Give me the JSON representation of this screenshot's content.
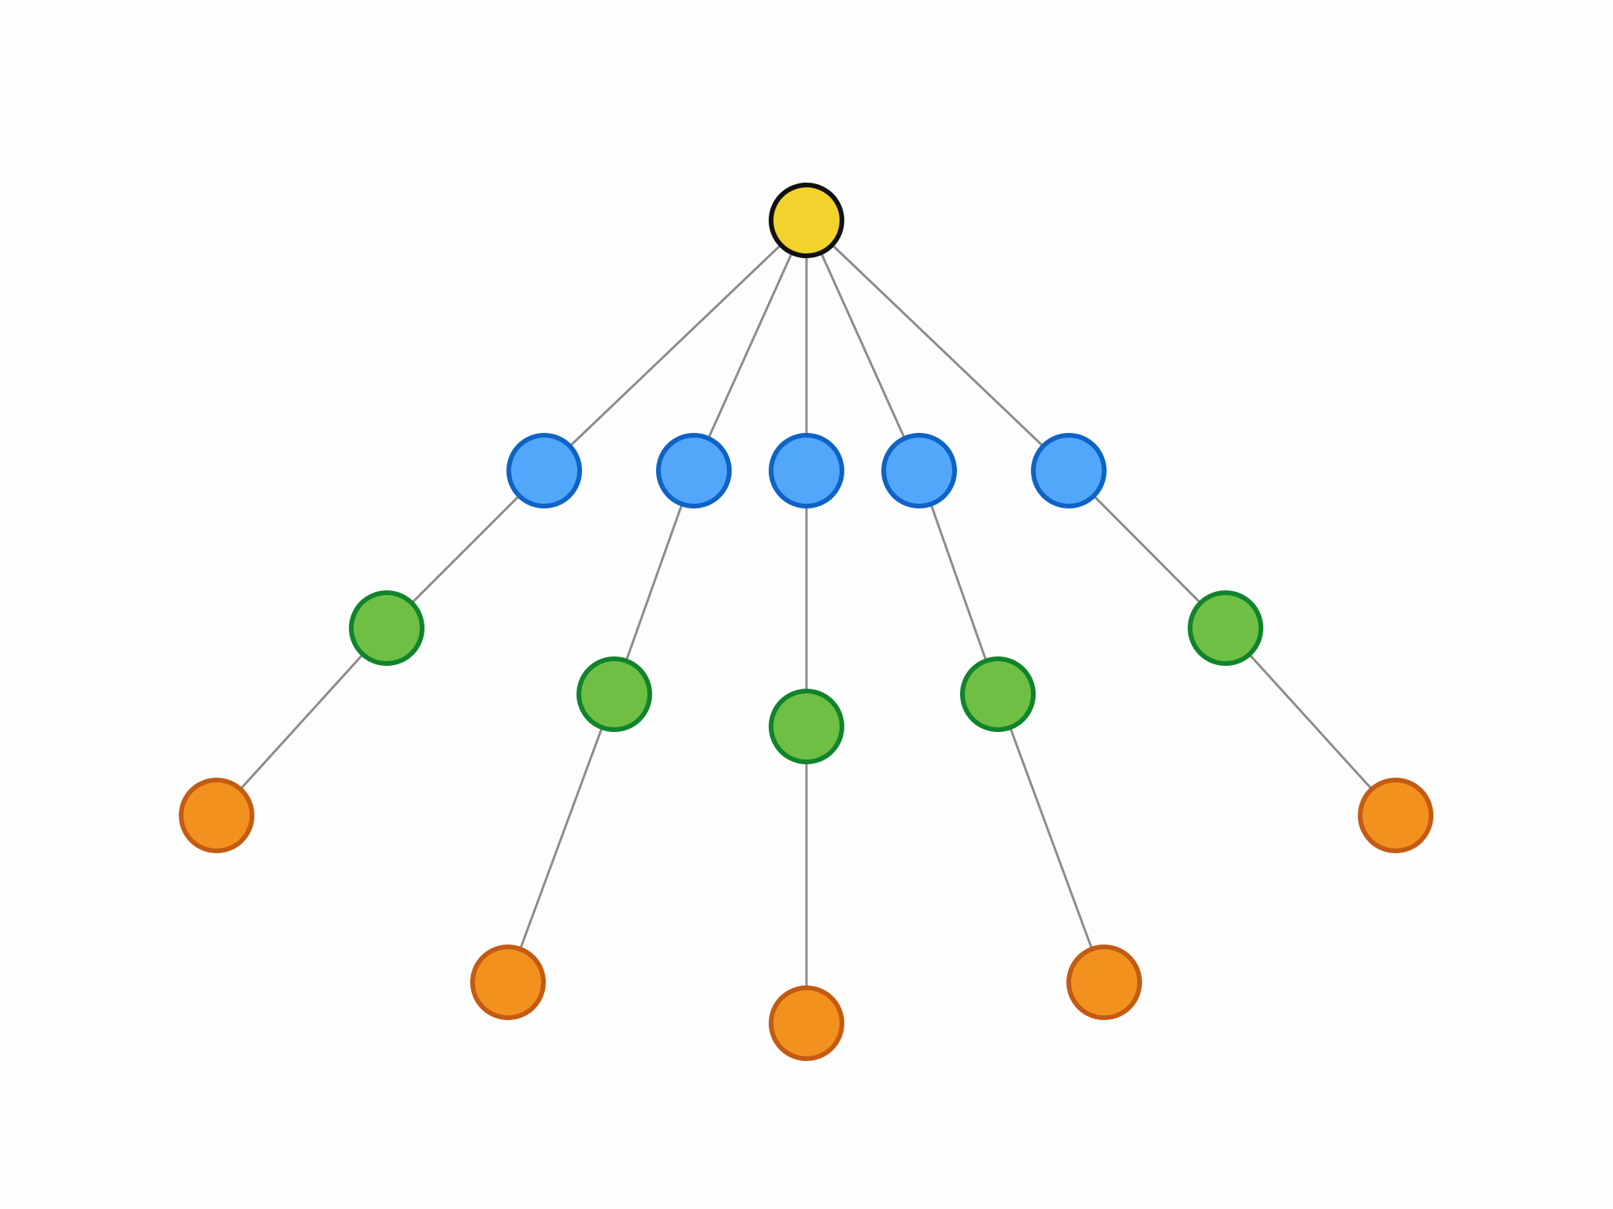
{
  "diagram": {
    "type": "tree",
    "colors": {
      "edge": "#8c8c8c",
      "background": "#fdfdfd"
    },
    "levels": [
      {
        "depth": 0,
        "fill": "#f2d22c",
        "stroke": "#111111"
      },
      {
        "depth": 1,
        "fill": "#52a7fb",
        "stroke": "#0e63c5"
      },
      {
        "depth": 2,
        "fill": "#6fbf45",
        "stroke": "#10842c"
      },
      {
        "depth": 3,
        "fill": "#f3911f",
        "stroke": "#c45b12"
      }
    ],
    "nodes": [
      {
        "id": "root",
        "depth": 0
      },
      {
        "id": "b1",
        "depth": 1,
        "parent": "root"
      },
      {
        "id": "b2",
        "depth": 1,
        "parent": "root"
      },
      {
        "id": "b3",
        "depth": 1,
        "parent": "root"
      },
      {
        "id": "b4",
        "depth": 1,
        "parent": "root"
      },
      {
        "id": "b5",
        "depth": 1,
        "parent": "root"
      },
      {
        "id": "g1",
        "depth": 2,
        "parent": "b1"
      },
      {
        "id": "g2",
        "depth": 2,
        "parent": "b2"
      },
      {
        "id": "g3",
        "depth": 2,
        "parent": "b3"
      },
      {
        "id": "g4",
        "depth": 2,
        "parent": "b4"
      },
      {
        "id": "g5",
        "depth": 2,
        "parent": "b5"
      },
      {
        "id": "o1",
        "depth": 3,
        "parent": "g1"
      },
      {
        "id": "o2",
        "depth": 3,
        "parent": "g2"
      },
      {
        "id": "o3",
        "depth": 3,
        "parent": "g3"
      },
      {
        "id": "o4",
        "depth": 3,
        "parent": "g4"
      },
      {
        "id": "o5",
        "depth": 3,
        "parent": "g5"
      }
    ]
  }
}
